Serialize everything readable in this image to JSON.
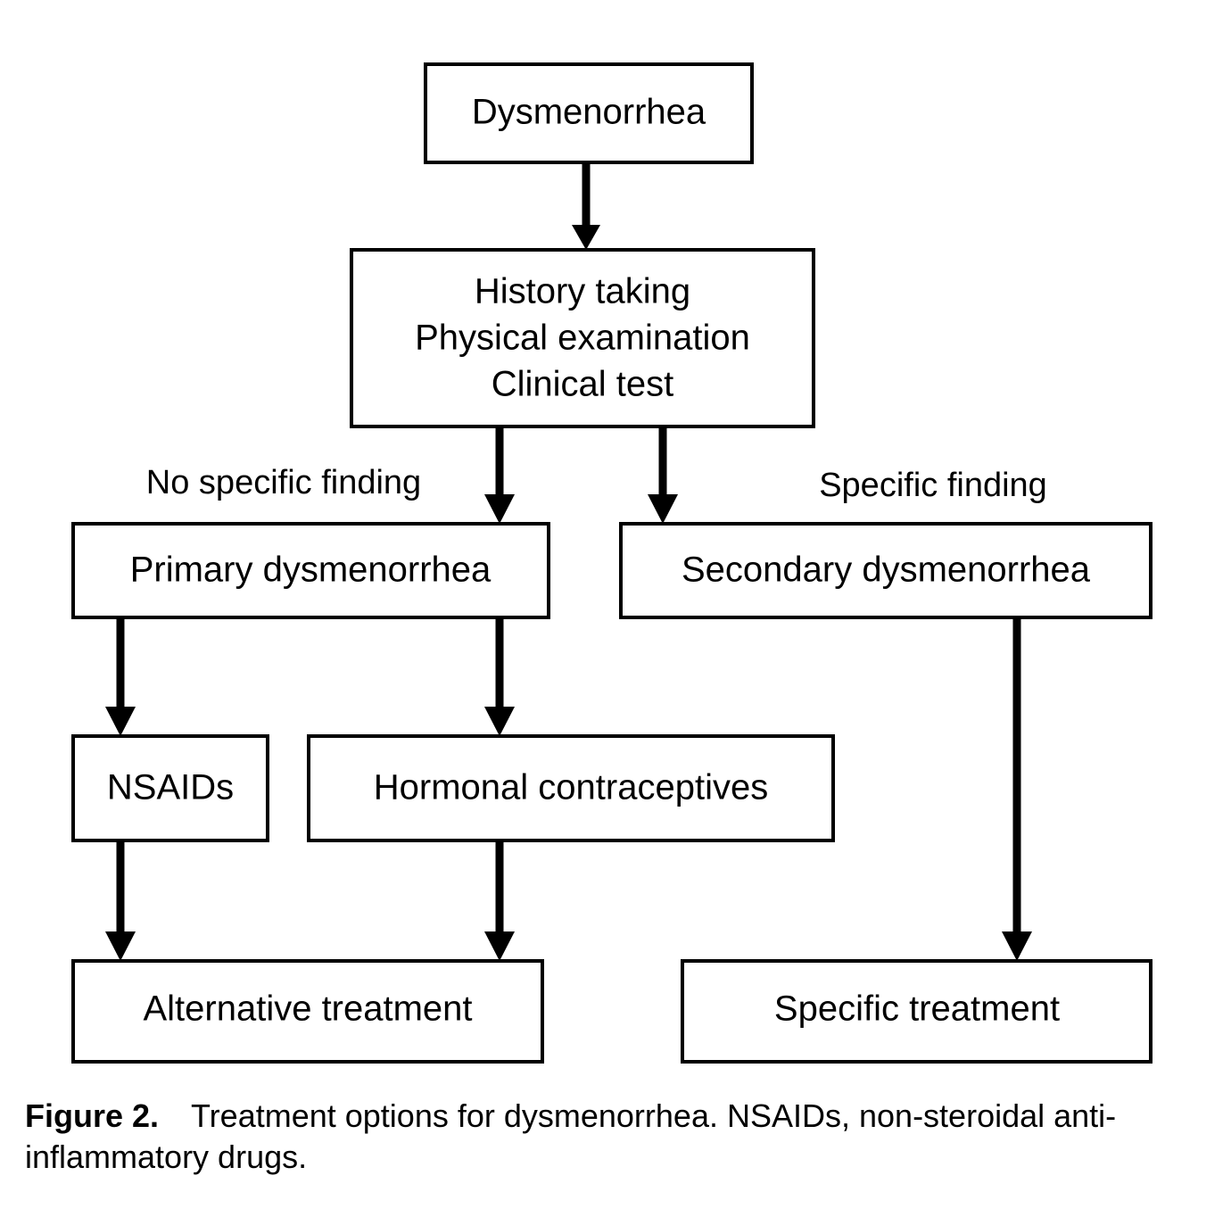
{
  "figure": {
    "caption_label": "Figure 2.",
    "caption_text": "Treatment options for dysmenorrhea. NSAIDs, non-steroidal anti-inflammatory drugs."
  },
  "diagram": {
    "type": "flowchart",
    "orientation": "top-to-bottom",
    "stroke_color": "#000000",
    "fill_color": "#ffffff",
    "nodes": [
      {
        "id": "dysmenorrhea",
        "label": "Dysmenorrhea"
      },
      {
        "id": "workup_line1",
        "label": "History taking"
      },
      {
        "id": "workup_line2",
        "label": "Physical examination"
      },
      {
        "id": "workup_line3",
        "label": "Clinical test"
      },
      {
        "id": "primary",
        "label": "Primary dysmenorrhea"
      },
      {
        "id": "secondary",
        "label": "Secondary dysmenorrhea"
      },
      {
        "id": "nsaids",
        "label": "NSAIDs"
      },
      {
        "id": "hormonal",
        "label": "Hormonal contraceptives"
      },
      {
        "id": "alternative",
        "label": "Alternative treatment"
      },
      {
        "id": "specific",
        "label": "Specific treatment"
      }
    ],
    "edge_labels": {
      "no_specific_finding": "No specific finding",
      "specific_finding": "Specific finding"
    }
  }
}
